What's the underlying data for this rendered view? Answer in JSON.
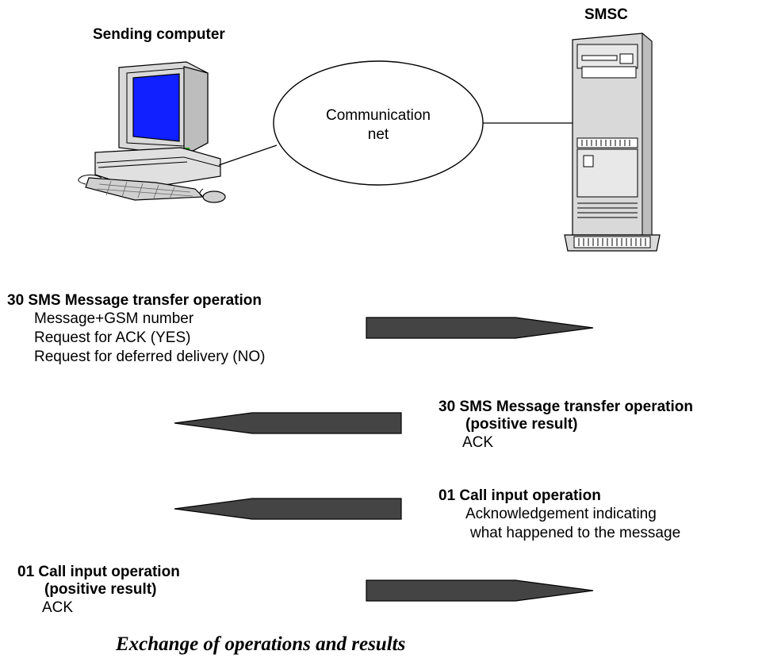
{
  "nodes": {
    "sending_computer": "Sending computer",
    "smsc": "SMSC",
    "network_line1": "Communication",
    "network_line2": "net"
  },
  "steps": [
    {
      "title": "30 SMS Message transfer operation",
      "lines": [
        "Message+GSM number",
        "Request for ACK (YES)",
        "Request for deferred delivery (NO)"
      ],
      "direction": "right"
    },
    {
      "title": "30 SMS Message transfer operation",
      "subtitle": "(positive result)",
      "lines": [
        "ACK"
      ],
      "direction": "left"
    },
    {
      "title": "01 Call input operation",
      "lines": [
        "Acknowledgement indicating",
        "what happened to the message"
      ],
      "direction": "left"
    },
    {
      "title": "01 Call input operation",
      "subtitle": "(positive result)",
      "lines": [
        "ACK"
      ],
      "direction": "right"
    }
  ],
  "caption": "Exchange of operations and results"
}
